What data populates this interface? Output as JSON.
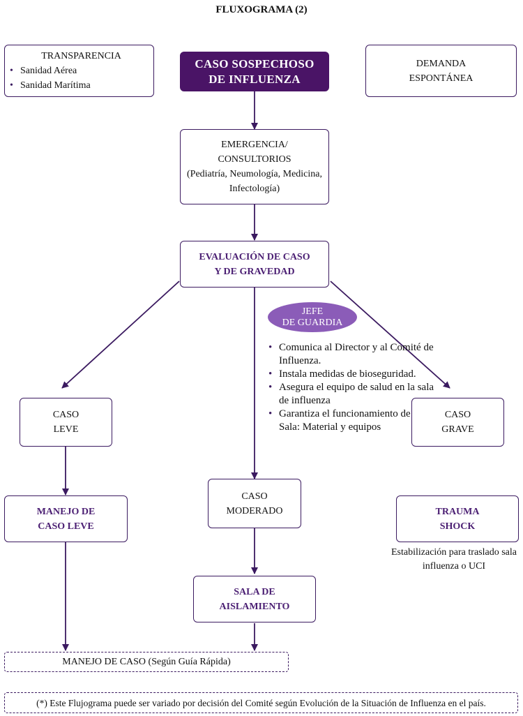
{
  "title": "FLUXOGRAMA (2)",
  "transparencia": {
    "heading": "TRANSPARENCIA",
    "items": [
      "Sanidad Aérea",
      "Sanidad Marítima"
    ]
  },
  "caso_sospechoso": {
    "line1": "CASO SOSPECHOSO",
    "line2": "DE INFLUENZA"
  },
  "demanda": {
    "line1": "DEMANDA",
    "line2": "ESPONTÁNEA"
  },
  "emergencia": {
    "line1": "EMERGENCIA/",
    "line2": "CONSULTORIOS",
    "line3": "(Pediatría, Neumología, Medicina,",
    "line4": "Infectología)"
  },
  "evaluacion": {
    "line1": "EVALUACIÓN DE CASO",
    "line2": "Y DE GRAVEDAD"
  },
  "jefe": {
    "line1": "JEFE",
    "line2": "DE GUARDIA"
  },
  "jefe_tasks": [
    [
      "Comunica al Director y",
      "al Comité de Influenza."
    ],
    [
      "Instala medidas de",
      "bioseguridad."
    ],
    [
      "Asegura el equipo",
      "de salud en la sala de",
      "influenza"
    ],
    [
      "Garantiza el  funcionamiento",
      "de la Sala: Material y",
      "equipos"
    ]
  ],
  "caso_leve": {
    "line1": "CASO",
    "line2": "LEVE"
  },
  "caso_grave": {
    "line1": "CASO",
    "line2": "GRAVE"
  },
  "manejo_leve": {
    "line1": "MANEJO DE",
    "line2": "CASO LEVE"
  },
  "caso_moderado": {
    "line1": "CASO",
    "line2": "MODERADO"
  },
  "trauma": {
    "line1": "TRAUMA",
    "line2": "SHOCK"
  },
  "estabilizacion": {
    "line1": "Estabilización para traslado",
    "line2": "sala influenza o UCI"
  },
  "sala": {
    "line1": "SALA DE",
    "line2": "AISLAMIENTO"
  },
  "manejo_caso": "MANEJO DE CASO (Según Guía Rápida)",
  "footnote": "(*) Este Flujograma puede ser variado por decisión del Comité según Evolución de la Situación de Influenza en el país.",
  "colors": {
    "dark_purple": "#4a1466",
    "text_purple": "#4b1f73",
    "ellipse": "#8b5cb8",
    "line": "#3b1a60"
  }
}
